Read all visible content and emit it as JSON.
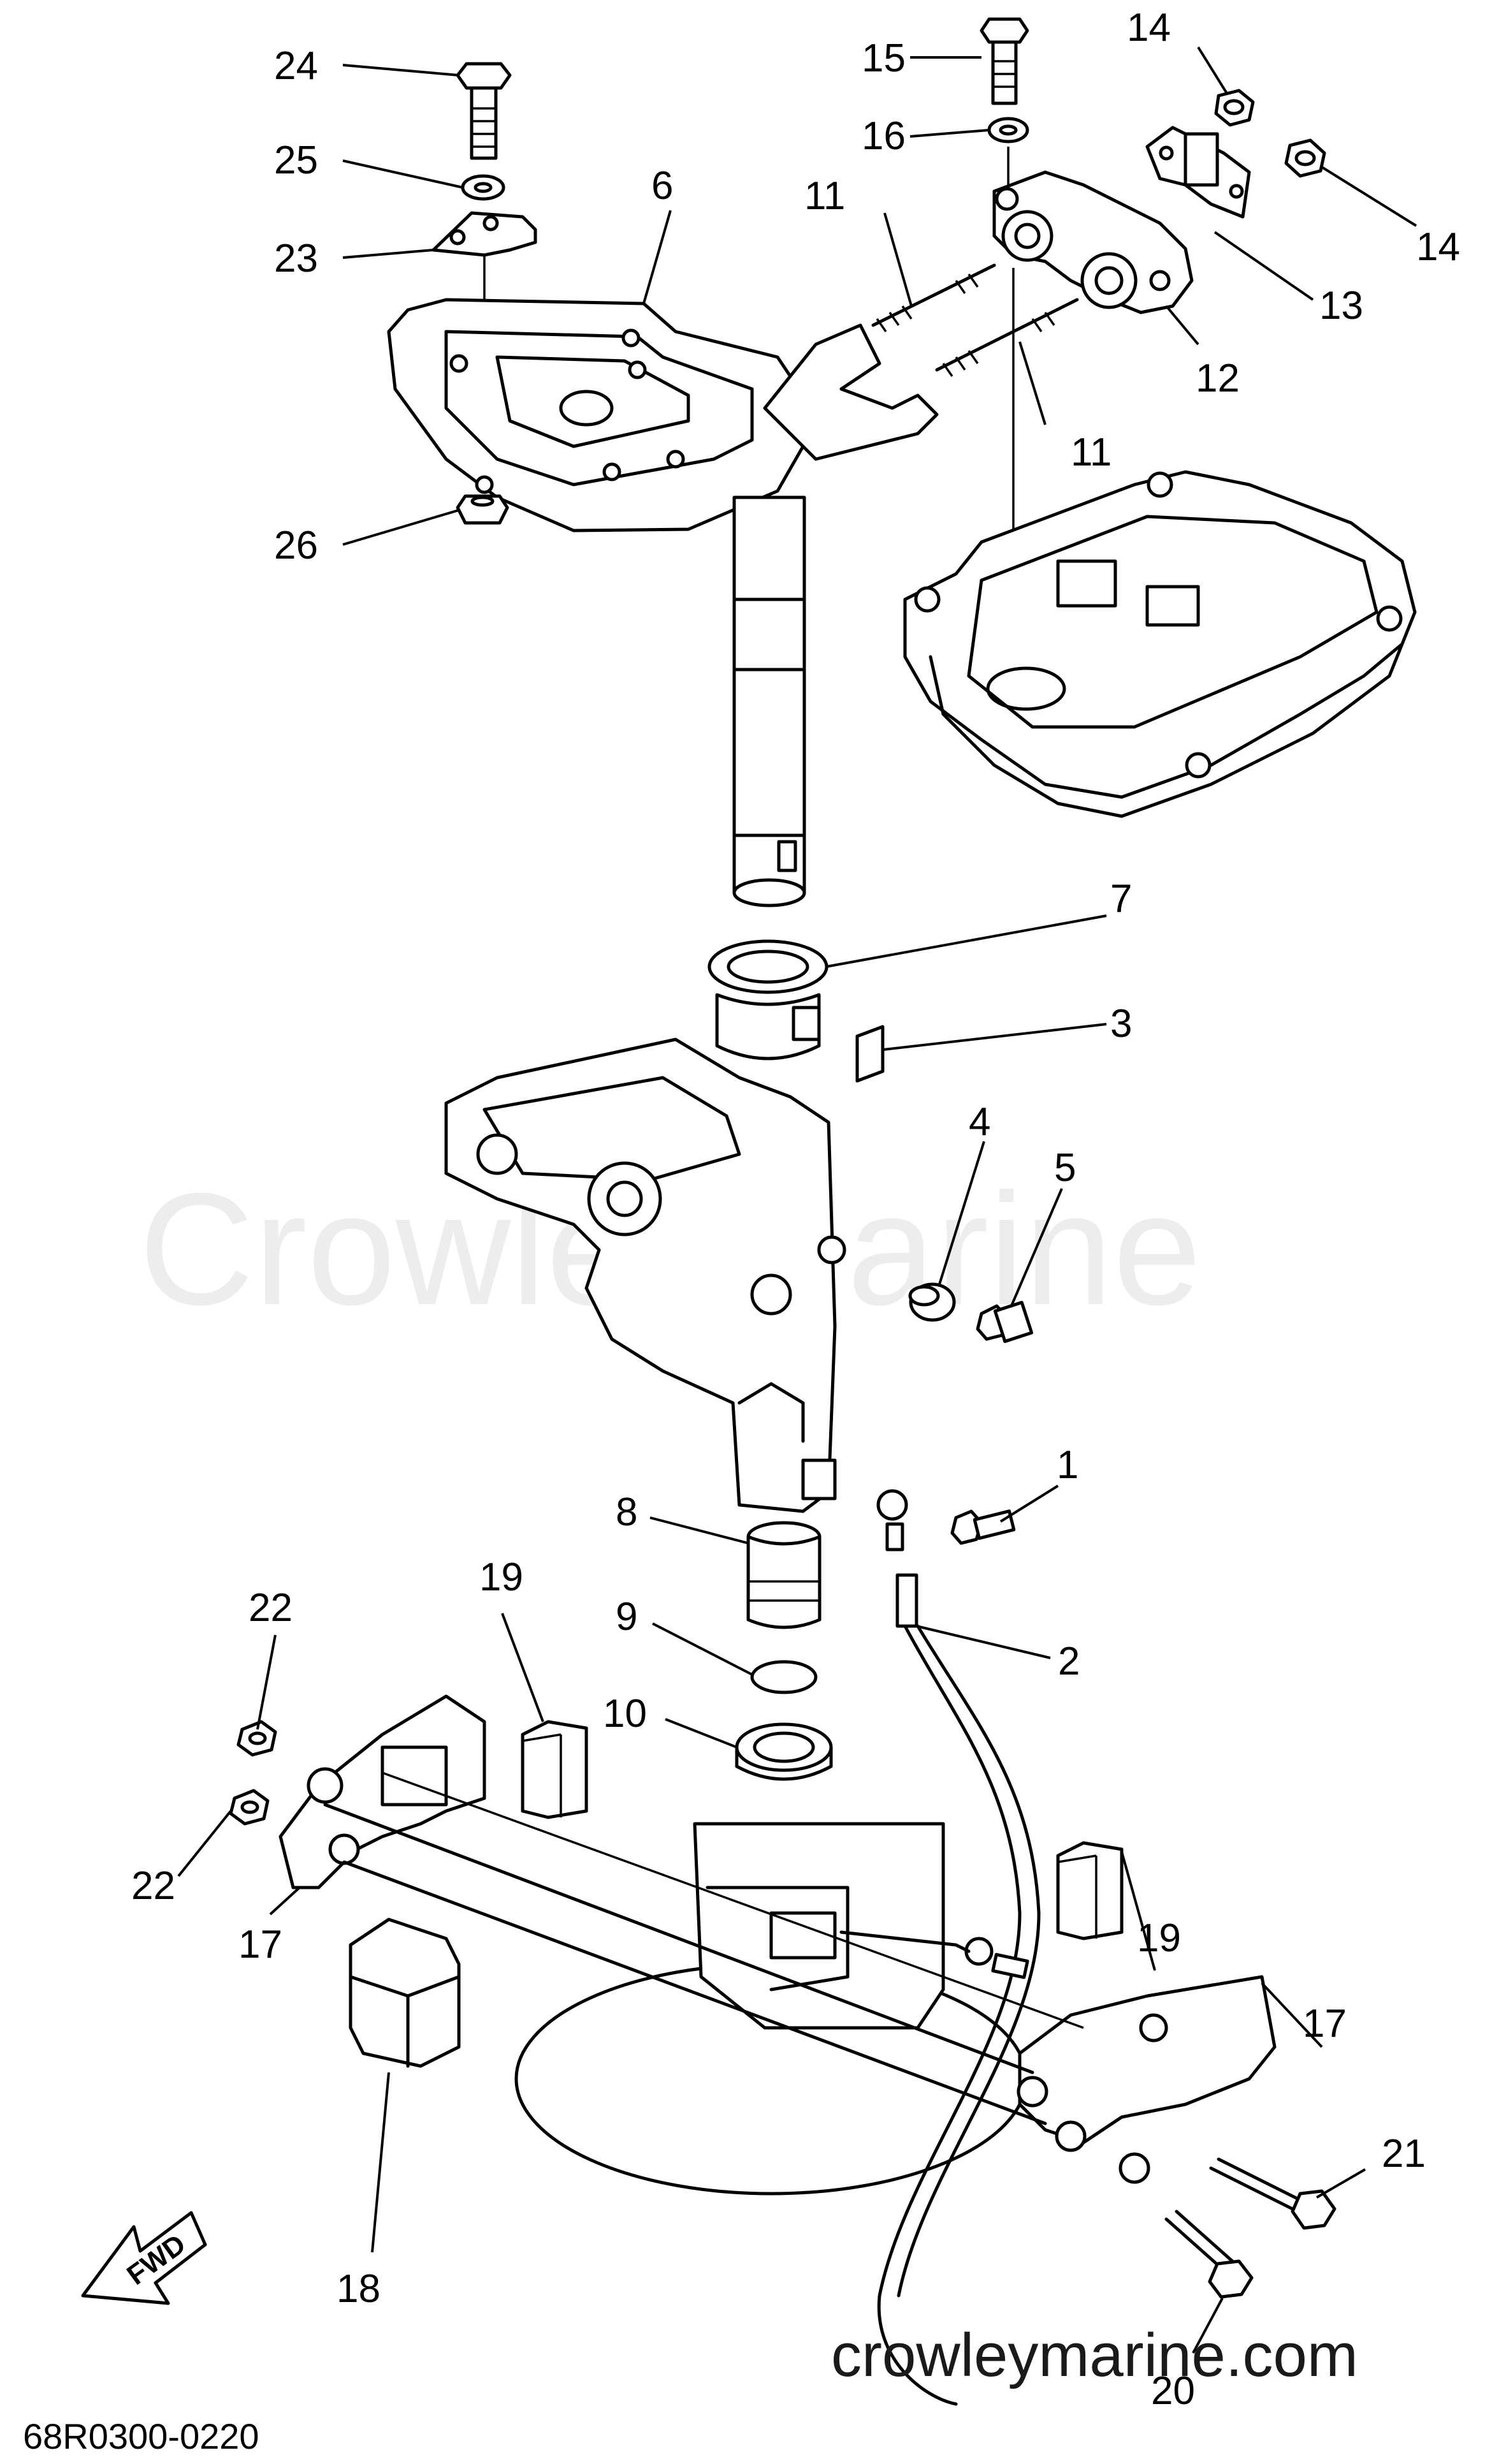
{
  "watermark": "CrowleyMarine",
  "watermark_url": "crowleymarine.com",
  "diagram_code": "68R0300-0220",
  "fwd_label": "FWD",
  "callouts": [
    {
      "id": "c1",
      "text": "1"
    },
    {
      "id": "c2",
      "text": "2"
    },
    {
      "id": "c3",
      "text": "3"
    },
    {
      "id": "c4",
      "text": "4"
    },
    {
      "id": "c5",
      "text": "5"
    },
    {
      "id": "c6",
      "text": "6"
    },
    {
      "id": "c7",
      "text": "7"
    },
    {
      "id": "c8",
      "text": "8"
    },
    {
      "id": "c9",
      "text": "9"
    },
    {
      "id": "c10",
      "text": "10"
    },
    {
      "id": "c11a",
      "text": "11"
    },
    {
      "id": "c11b",
      "text": "11"
    },
    {
      "id": "c12",
      "text": "12"
    },
    {
      "id": "c13",
      "text": "13"
    },
    {
      "id": "c14a",
      "text": "14"
    },
    {
      "id": "c14b",
      "text": "14"
    },
    {
      "id": "c15",
      "text": "15"
    },
    {
      "id": "c16",
      "text": "16"
    },
    {
      "id": "c17a",
      "text": "17"
    },
    {
      "id": "c17b",
      "text": "17"
    },
    {
      "id": "c18",
      "text": "18"
    },
    {
      "id": "c19a",
      "text": "19"
    },
    {
      "id": "c19b",
      "text": "19"
    },
    {
      "id": "c20",
      "text": "20"
    },
    {
      "id": "c21",
      "text": "21"
    },
    {
      "id": "c22a",
      "text": "22"
    },
    {
      "id": "c22b",
      "text": "22"
    },
    {
      "id": "c23",
      "text": "23"
    },
    {
      "id": "c24",
      "text": "24"
    },
    {
      "id": "c25",
      "text": "25"
    },
    {
      "id": "c26",
      "text": "26"
    }
  ]
}
